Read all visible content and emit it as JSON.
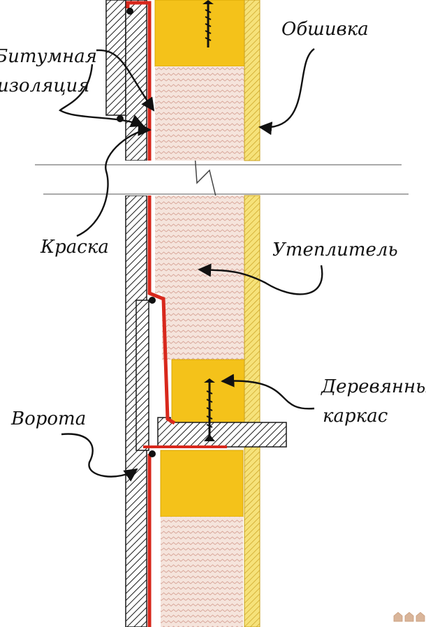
{
  "labels": {
    "bitumen_line1": "Битумная",
    "bitumen_line2": "изоляция",
    "cladding": "Обшивка",
    "paint": "Краска",
    "insulation": "Утеплитель",
    "frame_line1": "Деревянный",
    "frame_line2": "каркас",
    "gate": "Ворота"
  },
  "colors": {
    "background": "#ffffff",
    "hatch": "#1a1a1a",
    "paint_red": "#d8281c",
    "wood_frame": "#f4c21a",
    "insulation_fill": "#f3ddd4",
    "insulation_hatch": "#d9a79a",
    "cladding": "#f6e27a",
    "arrow": "#111111"
  },
  "icons": {
    "screw": "screw-icon",
    "watermark": "house-logo-icon"
  }
}
